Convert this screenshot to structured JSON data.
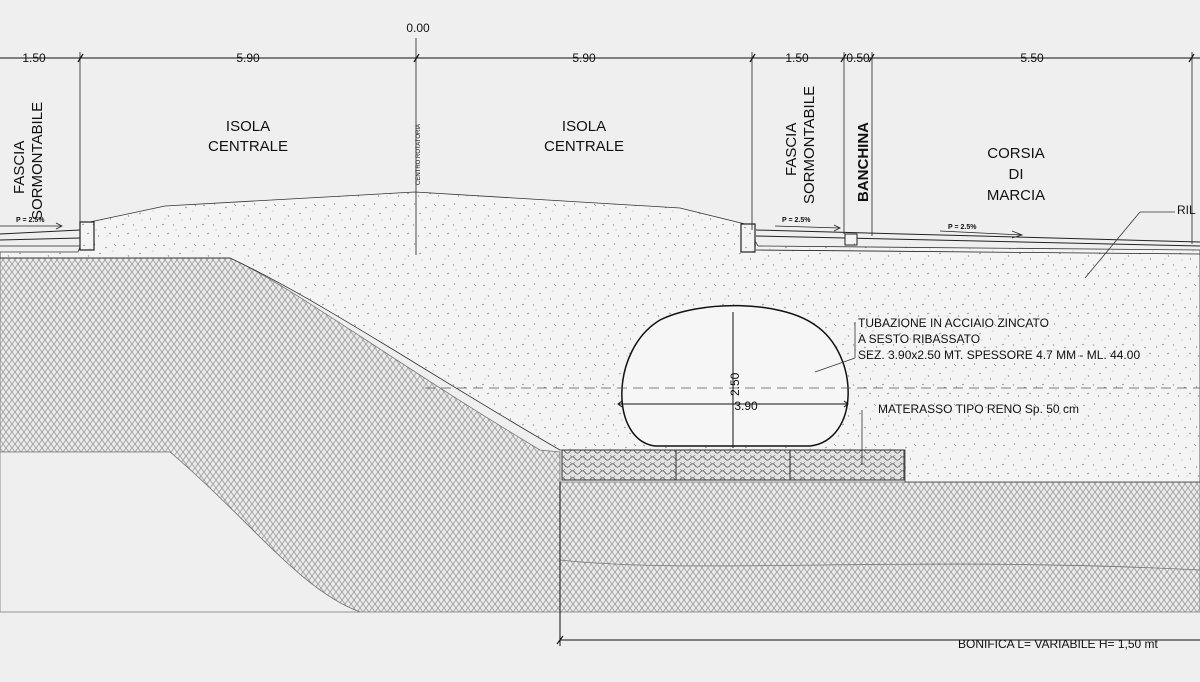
{
  "dimensions": {
    "origin": "0.00",
    "segments": [
      "1.50",
      "5.90",
      "5.90",
      "1.50",
      "0.50",
      "5.50"
    ]
  },
  "zones": {
    "fascia_left": [
      "FASCIA",
      "SORMONTABILE"
    ],
    "isola_left": [
      "ISOLA",
      "CENTRALE"
    ],
    "centro": "CENTRO ROTATORIA",
    "isola_right": [
      "ISOLA",
      "CENTRALE"
    ],
    "fascia_right": [
      "FASCIA",
      "SORMONTABILE"
    ],
    "banchina": "BANCHINA",
    "corsia": [
      "CORSIA",
      "DI",
      "MARCIA"
    ]
  },
  "slopes": {
    "left": "P = 2.5%",
    "mid": "P = 2.5%",
    "right": "P = 2.5%"
  },
  "notes": {
    "rilevato": "RIL",
    "tubazione": [
      "TUBAZIONE IN ACCIAIO ZINCATO",
      "A SESTO RIBASSATO",
      "SEZ. 3.90x2.50 MT. SPESSORE 4.7 MM - ML. 44.00"
    ],
    "pipe_height": "2.50",
    "pipe_width": "3.90",
    "materasso": "MATERASSO TIPO RENO Sp. 50 cm",
    "bonifica": "BONIFICA L= VARIABILE H= 1,50 mt"
  },
  "colors": {
    "background": "#efefef",
    "line": "#1a1a1a"
  }
}
